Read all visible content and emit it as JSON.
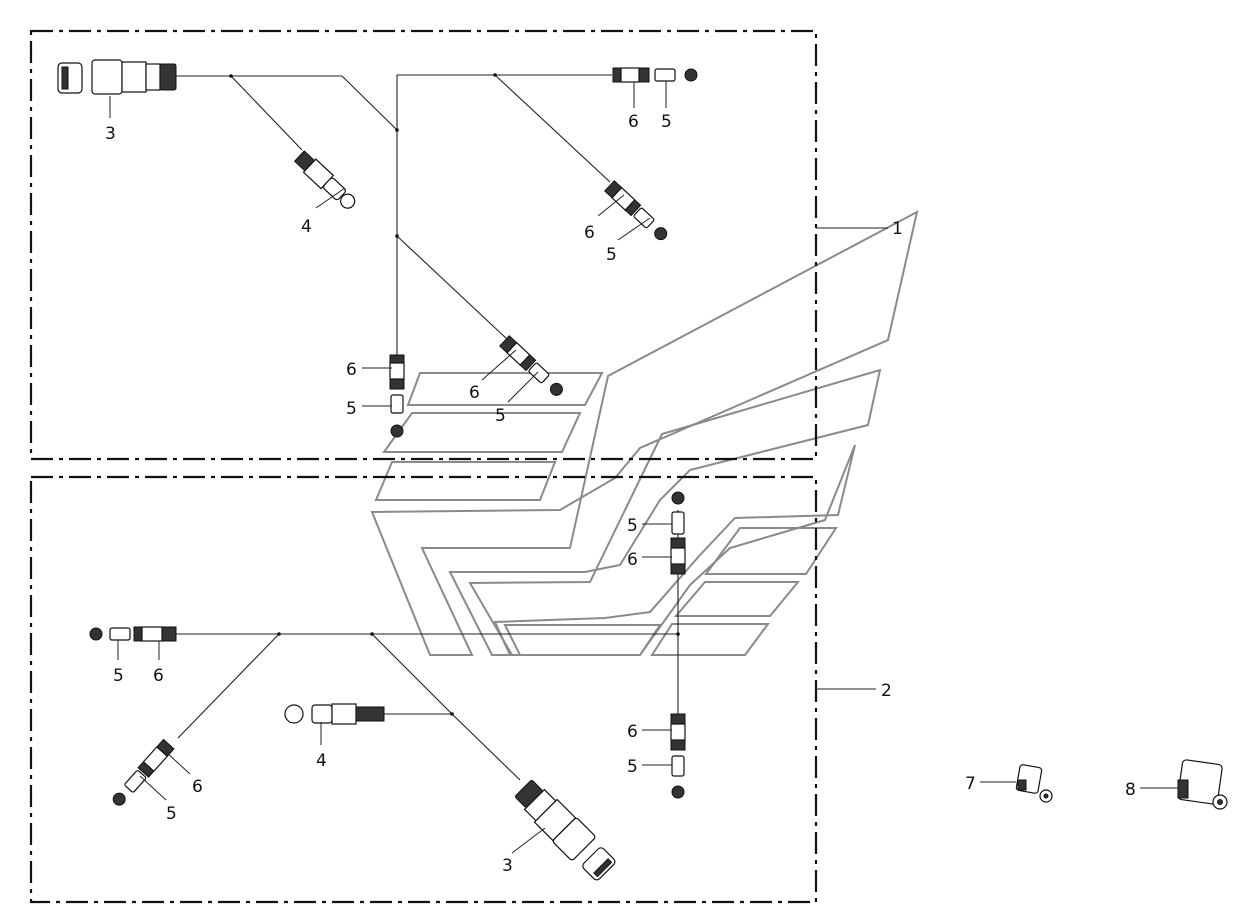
{
  "callouts": {
    "assembly_1": "1",
    "assembly_2": "2",
    "top_main_connector": "3",
    "top_sensor": "4",
    "top_right_pin_a": "6",
    "top_right_pin_b": "5",
    "mid_right_pin_a": "6",
    "mid_right_pin_b": "5",
    "top_left_pin_a": "6",
    "top_left_pin_b": "5",
    "top_center_pin_a": "6",
    "top_center_pin_b": "5",
    "bottom_vert_pin_upper_b": "5",
    "bottom_vert_pin_upper_a": "6",
    "bottom_left_pin_b": "5",
    "bottom_left_pin_a": "6",
    "bottom_sensor": "4",
    "bottom_diag_pin_a": "6",
    "bottom_diag_pin_b": "5",
    "bottom_vert_pin_lower_a": "6",
    "bottom_vert_pin_lower_b": "5",
    "bottom_main_connector": "3",
    "loose_part_7": "7",
    "loose_part_8": "8"
  },
  "colors": {
    "line": "#111111",
    "cab_outline": "#8a8a8a",
    "background": "#ffffff"
  }
}
